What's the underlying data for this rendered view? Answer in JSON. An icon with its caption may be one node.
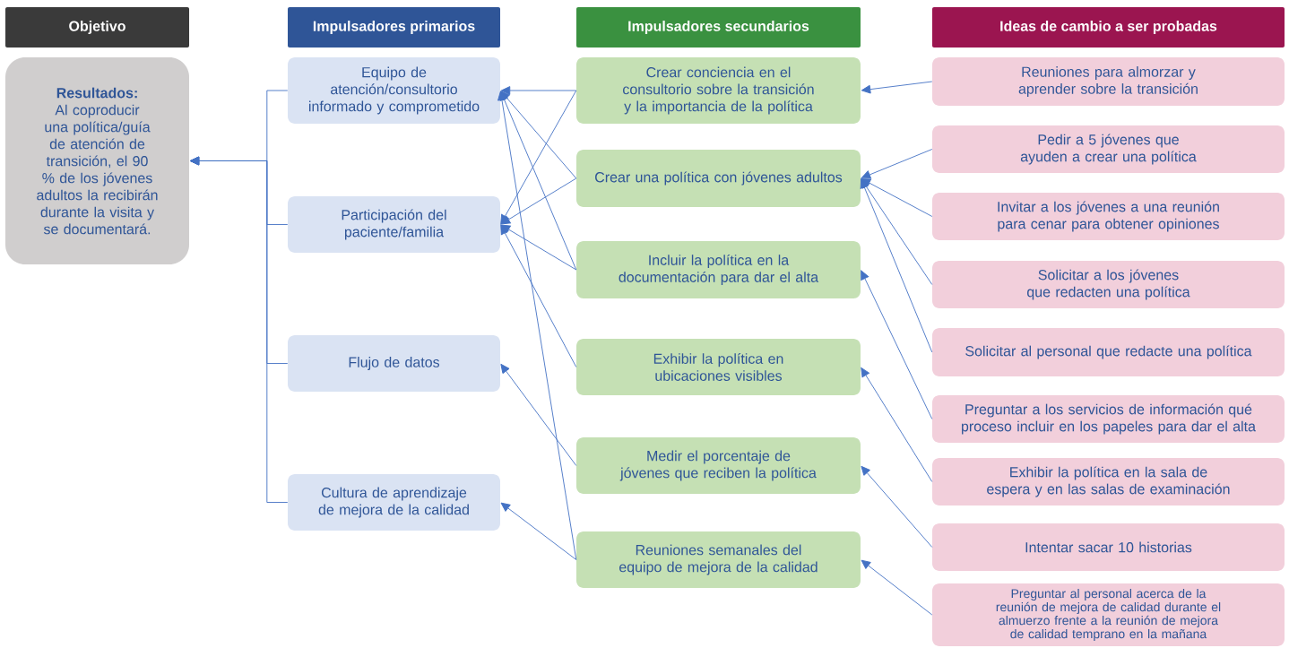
{
  "diagram": {
    "nodes": [
      {
        "text": [
          "Objetivo"
        ]
      },
      {
        "text": [
          "Impulsadores primarios"
        ]
      },
      {
        "text": [
          "Impulsadores secundarios"
        ]
      },
      {
        "text": [
          "Ideas de cambio a ser probadas"
        ]
      },
      {
        "text": [
          "Resultados:",
          "Al coproducir una política/guía de atención de transición, el 90 % de los jóvenes adultos la recibirán durante la visita y se documentará."
        ]
      },
      {
        "text": [
          "Equipo de atención/consultorio informado y comprometido"
        ]
      },
      {
        "text": [
          "Participación del paciente/familia"
        ]
      },
      {
        "text": [
          "Flujo de datos"
        ]
      },
      {
        "text": [
          "Cultura de aprendizaje de mejora de la calidad"
        ]
      },
      {
        "text": [
          "Crear conciencia en el consultorio sobre la transición y la importancia de la política"
        ]
      },
      {
        "text": [
          "Crear una política con jóvenes adultos"
        ]
      },
      {
        "text": [
          "Incluir la política en la documentación para dar el alta"
        ]
      },
      {
        "text": [
          "Exhibir la política en ubicaciones visibles"
        ]
      },
      {
        "text": [
          "Medir el porcentaje de jóvenes que reciben la política"
        ]
      },
      {
        "text": [
          "Reuniones semanales del equipo de mejora de la calidad"
        ]
      },
      {
        "text": [
          "Reuniones para almorzar y aprender sobre la transición"
        ]
      },
      {
        "text": [
          "Pedir a 5 jóvenes que ayuden a crear una política"
        ]
      },
      {
        "text": [
          "Invitar a los jóvenes a una reunión para cenar para obtener opiniones"
        ]
      },
      {
        "text": [
          "Solicitar a los jóvenes que redacten una política"
        ]
      },
      {
        "text": [
          "Solicitar al personal que redacte una política"
        ]
      },
      {
        "text": [
          "Preguntar a los servicios de información qué proceso incluir en los papeles para dar el alta"
        ]
      },
      {
        "text": [
          "Exhibir la política en la sala de espera y en las salas de examinación"
        ]
      },
      {
        "text": [
          "Intentar sacar 10 historias"
        ]
      },
      {
        "text": [
          "Preguntar al personal acerca de la reunión de mejora de calidad durante el almuerzo frente a la reunión de mejora de calidad temprano en la mañana"
        ]
      }
    ],
    "edges": [
      {
        "from": 5,
        "to": 4,
        "arrow": "to"
      },
      {
        "from": 6,
        "to": 4,
        "arrow": "to"
      },
      {
        "from": 7,
        "to": 4,
        "arrow": "to"
      },
      {
        "from": 8,
        "to": 4,
        "arrow": "to"
      },
      {
        "from": 9,
        "to": 5,
        "arrow": "to"
      },
      {
        "from": 10,
        "to": 5,
        "arrow": "to"
      },
      {
        "from": 11,
        "to": 5,
        "arrow": "to"
      },
      {
        "from": 14,
        "to": 5,
        "arrow": "to"
      },
      {
        "from": 9,
        "to": 6,
        "arrow": "to"
      },
      {
        "from": 10,
        "to": 6,
        "arrow": "to"
      },
      {
        "from": 11,
        "to": 6,
        "arrow": "to"
      },
      {
        "from": 12,
        "to": 6,
        "arrow": "to"
      },
      {
        "from": 13,
        "to": 7,
        "arrow": "to"
      },
      {
        "from": 14,
        "to": 8,
        "arrow": "to"
      },
      {
        "from": 15,
        "to": 9,
        "arrow": "to"
      },
      {
        "from": 16,
        "to": 10,
        "arrow": "to"
      },
      {
        "from": 17,
        "to": 10,
        "arrow": "to"
      },
      {
        "from": 18,
        "to": 10,
        "arrow": "to"
      },
      {
        "from": 19,
        "to": 10,
        "arrow": "to"
      },
      {
        "from": 20,
        "to": 11,
        "arrow": "to"
      },
      {
        "from": 21,
        "to": 12,
        "arrow": "to"
      },
      {
        "from": 22,
        "to": 13,
        "arrow": "to"
      },
      {
        "from": 23,
        "to": 14,
        "arrow": "to"
      }
    ]
  }
}
